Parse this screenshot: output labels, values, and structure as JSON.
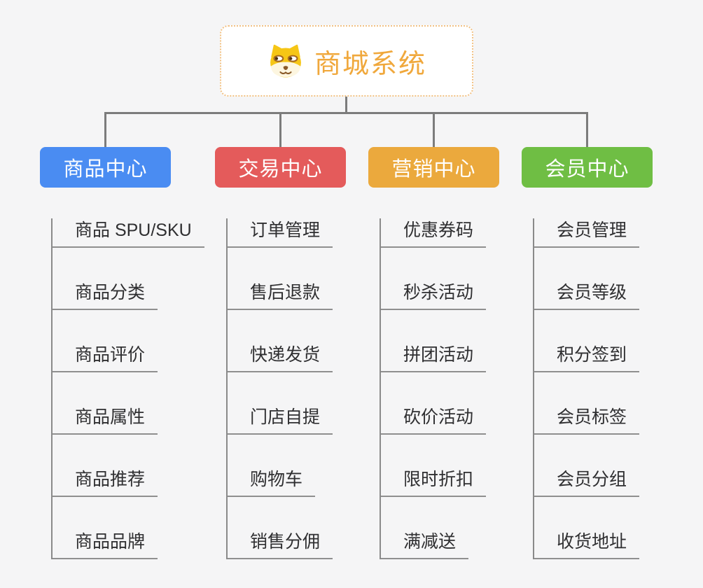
{
  "root": {
    "title": "商城系统",
    "icon": "dog-face-icon"
  },
  "colors": {
    "background": "#f5f5f6",
    "connector": "#7c7c7c",
    "root_text": "#f0a83c",
    "root_border": "#f2c183",
    "branch_product": "#4a8cf2",
    "branch_trade": "#e45b5b",
    "branch_marketing": "#eba93d",
    "branch_member": "#6fbe44"
  },
  "branches": [
    {
      "label": "商品中心",
      "color": "#4a8cf2",
      "items": [
        "商品 SPU/SKU",
        "商品分类",
        "商品评价",
        "商品属性",
        "商品推荐",
        "商品品牌"
      ]
    },
    {
      "label": "交易中心",
      "color": "#e45b5b",
      "items": [
        "订单管理",
        "售后退款",
        "快递发货",
        "门店自提",
        "购物车",
        "销售分佣"
      ]
    },
    {
      "label": "营销中心",
      "color": "#eba93d",
      "items": [
        "优惠券码",
        "秒杀活动",
        "拼团活动",
        "砍价活动",
        "限时折扣",
        "满减送"
      ]
    },
    {
      "label": "会员中心",
      "color": "#6fbe44",
      "items": [
        "会员管理",
        "会员等级",
        "积分签到",
        "会员标签",
        "会员分组",
        "收货地址"
      ]
    }
  ]
}
